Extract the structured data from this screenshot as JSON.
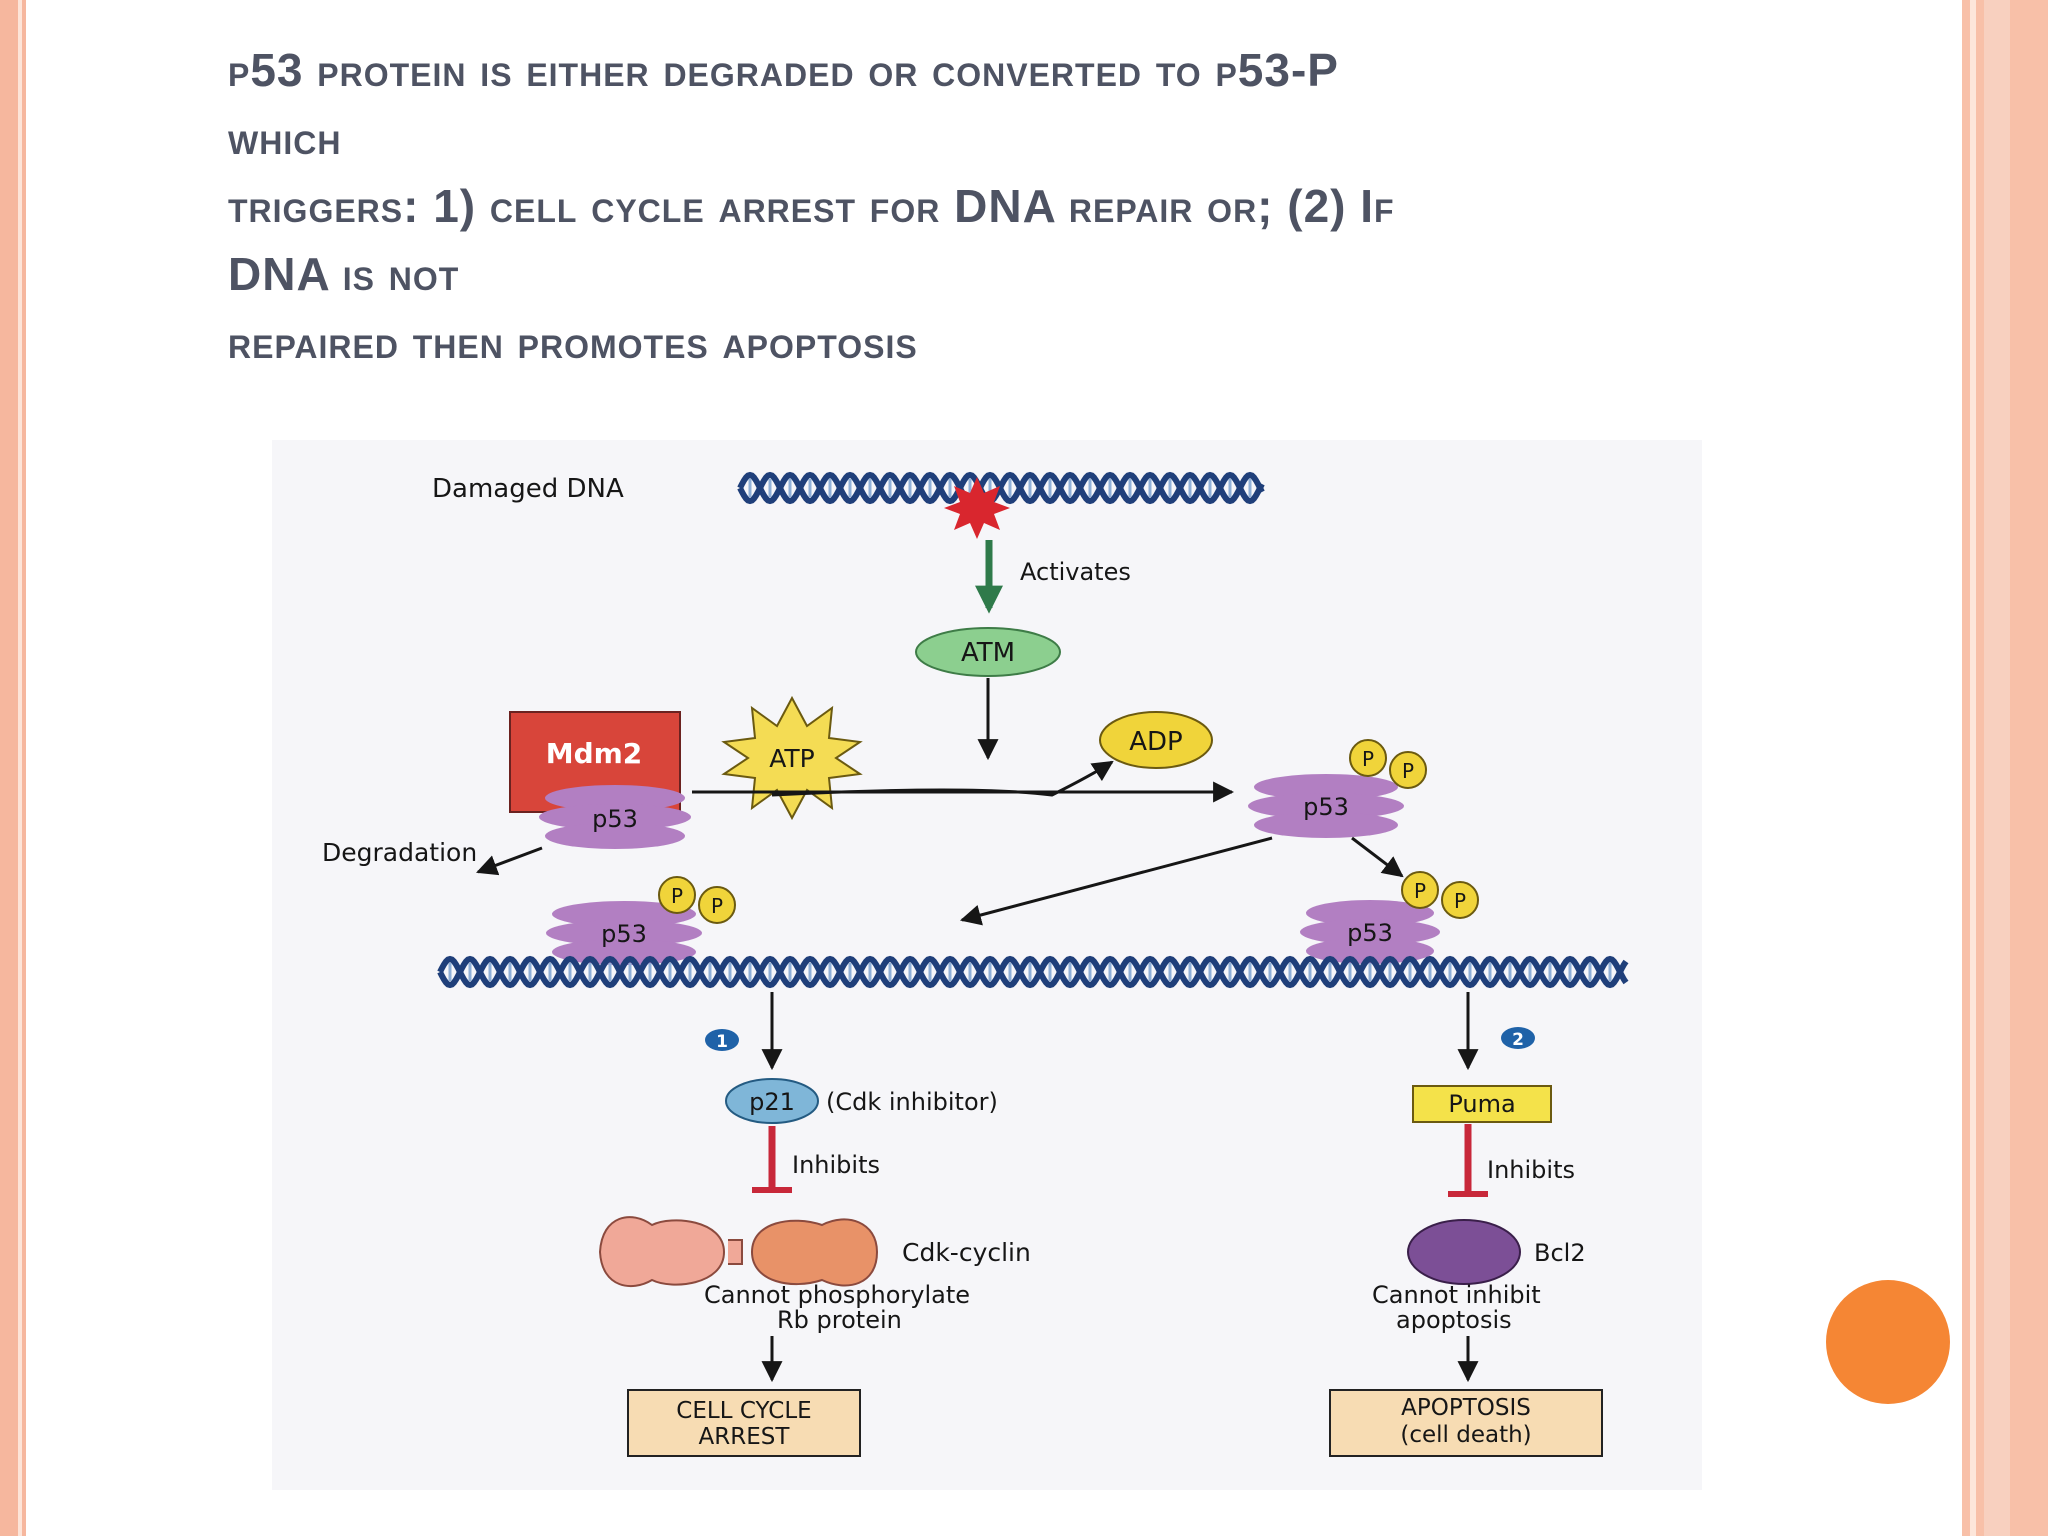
{
  "slide": {
    "title_lines": [
      " p53 protein is either degraded or converted to p53-P",
      "which",
      "triggers: 1) cell cycle arrest for DNA repair or; (2) If",
      "DNA is not",
      "repaired then promotes apoptosis"
    ]
  },
  "diagram": {
    "damaged_dna": "Damaged DNA",
    "activates": "Activates",
    "atm": "ATM",
    "mdm2": "Mdm2",
    "atp": "ATP",
    "adp": "ADP",
    "p53": "p53",
    "p": "P",
    "degradation": "Degradation",
    "step1": "1",
    "step2": "2",
    "p21": "p21",
    "cdk_inhibitor": "(Cdk inhibitor)",
    "inhibits_left": "Inhibits",
    "inhibits_right": "Inhibits",
    "puma": "Puma",
    "cdk_cyclin": "Cdk-cyclin",
    "bcl2": "Bcl2",
    "cannot_phosphorylate": "Cannot phosphorylate",
    "rb_protein": "Rb protein",
    "cannot_inhibit": "Cannot inhibit",
    "apoptosis_small": "apoptosis",
    "cell_cycle": "CELL CYCLE",
    "arrest": "ARREST",
    "apoptosis_box": "APOPTOSIS",
    "cell_death": "(cell death)"
  },
  "colors": {
    "title": "#4e5363",
    "dna": "#1f3f7a",
    "p53_protein": "#b27fc2",
    "phosphate": "#f0d43a",
    "mdm2": "#d8453a",
    "atm": "#8ccf8f",
    "step_badge": "#1f62a8",
    "inhibit_bar": "#c8283a",
    "box_fill": "#f7dcb3",
    "accent_dot": "#f58634"
  }
}
